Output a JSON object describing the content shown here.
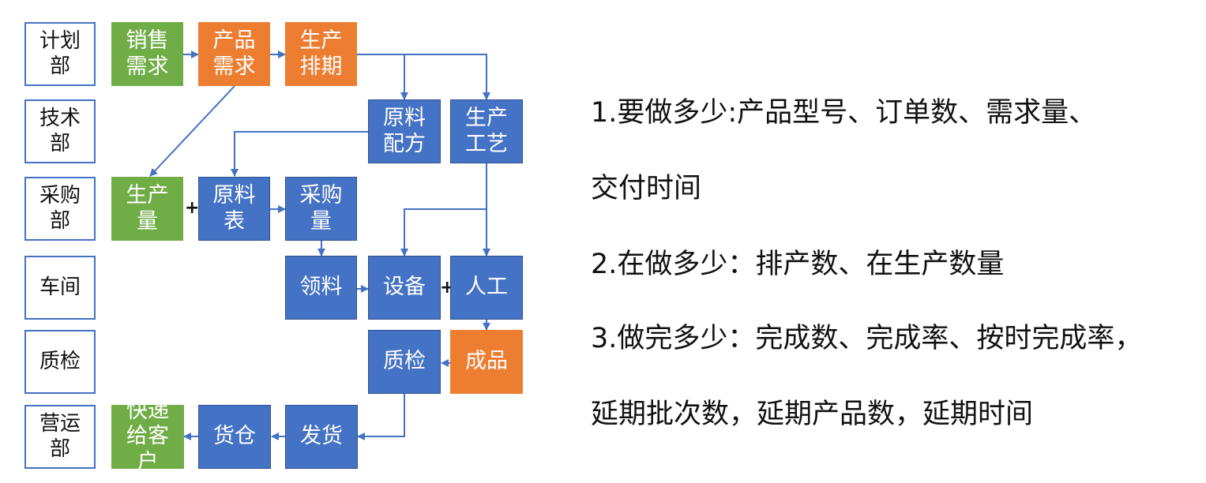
{
  "departments": [
    {
      "id": "dept-plan",
      "lines": [
        "计划",
        "部"
      ]
    },
    {
      "id": "dept-tech",
      "lines": [
        "技术",
        "部"
      ]
    },
    {
      "id": "dept-purchase",
      "lines": [
        "采购",
        "部"
      ]
    },
    {
      "id": "dept-workshop",
      "lines": [
        "车间"
      ]
    },
    {
      "id": "dept-qc",
      "lines": [
        "质检"
      ]
    },
    {
      "id": "dept-ops",
      "lines": [
        "营运",
        "部"
      ]
    }
  ],
  "nodes": {
    "sales_demand": [
      "销售",
      "需求"
    ],
    "product_demand": [
      "产品",
      "需求"
    ],
    "production_schedule": [
      "生产",
      "排期"
    ],
    "raw_formula": [
      "原料",
      "配方"
    ],
    "production_process": [
      "生产",
      "工艺"
    ],
    "production_qty": [
      "生产",
      "量"
    ],
    "raw_list": [
      "原料",
      "表"
    ],
    "purchase_qty": [
      "采购",
      "量"
    ],
    "material_pick": [
      "领料"
    ],
    "equipment": [
      "设备"
    ],
    "labor": [
      "人工"
    ],
    "finished_goods": [
      "成品"
    ],
    "quality_check": [
      "质检"
    ],
    "shipping": [
      "发货"
    ],
    "warehouse": [
      "货仓"
    ],
    "express_delivery": [
      "快递",
      "给客",
      "户"
    ]
  },
  "operators": {
    "plus": "+"
  },
  "colors": {
    "green": "#70AD47",
    "orange": "#ED7D31",
    "blue": "#4472C4",
    "arrow": "#4472C4"
  },
  "notes": [
    "1.要做多少:产品型号、订单数、需求量、",
    "交付时间",
    "2.在做多少：排产数、在生产数量",
    "3.做完多少：完成数、完成率、按时完成率，",
    "延期批次数，延期产品数，延期时间"
  ]
}
